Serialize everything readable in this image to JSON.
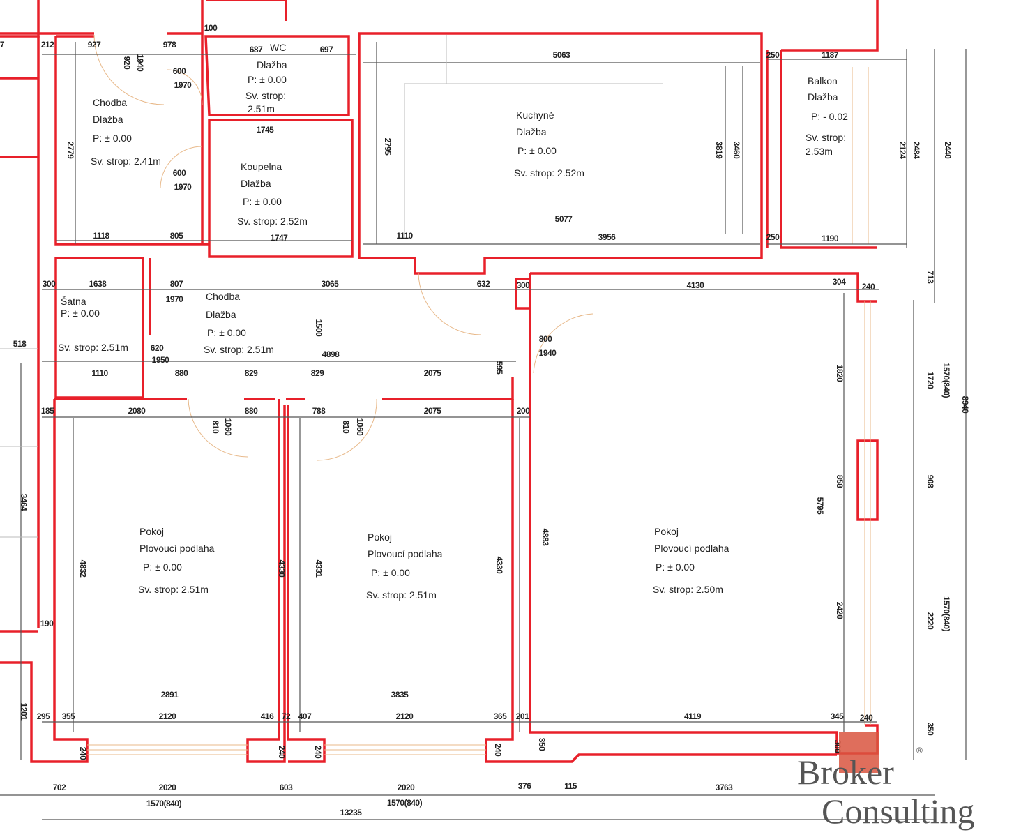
{
  "rooms": {
    "chodba_top": {
      "name": "Chodba",
      "floor": "Dlažba",
      "level": "P: ± 0.00",
      "ceiling": "Sv. strop: 2.41m"
    },
    "wc": {
      "name": "WC",
      "floor": "Dlažba",
      "level": "P: ± 0.00",
      "ceiling_label": "Sv. strop:",
      "ceiling_value": "2.51m"
    },
    "koupelna": {
      "name": "Koupelna",
      "floor": "Dlažba",
      "level": "P: ± 0.00",
      "ceiling": "Sv. strop: 2.52m"
    },
    "kuchyne": {
      "name": "Kuchyně",
      "floor": "Dlažba",
      "level": "P: ± 0.00",
      "ceiling": "Sv. strop: 2.52m"
    },
    "balkon": {
      "name": "Balkon",
      "floor": "Dlažba",
      "level": "P: - 0.02",
      "ceiling_label": "Sv. strop:",
      "ceiling_value": "2.53m"
    },
    "satna": {
      "name": "Šatna",
      "level": "P: ± 0.00",
      "ceiling": "Sv. strop: 2.51m"
    },
    "chodba_mid": {
      "name": "Chodba",
      "floor": "Dlažba",
      "level": "P: ± 0.00",
      "ceiling": "Sv. strop: 2.51m"
    },
    "pokoj1": {
      "name": "Pokoj",
      "floor": "Plovoucí podlaha",
      "level": "P: ± 0.00",
      "ceiling": "Sv. strop: 2.51m"
    },
    "pokoj2": {
      "name": "Pokoj",
      "floor": "Plovoucí podlaha",
      "level": "P: ± 0.00",
      "ceiling": "Sv. strop: 2.51m"
    },
    "pokoj3": {
      "name": "Pokoj",
      "floor": "Plovoucí podlaha",
      "level": "P: ± 0.00",
      "ceiling": "Sv. strop: 2.50m"
    }
  },
  "dims": [
    "7",
    "212",
    "927",
    "978",
    "100",
    "687",
    "697",
    "5063",
    "250",
    "1187",
    "600",
    "1970",
    "920",
    "1940",
    "1745",
    "600",
    "1970",
    "1118",
    "805",
    "1747",
    "1110",
    "5077",
    "3956",
    "250",
    "1190",
    "2779",
    "2795",
    "3819",
    "3460",
    "2124",
    "2484",
    "2440",
    "713",
    "1720",
    "1570(840)",
    "8940",
    "908",
    "2220",
    "1570(840)",
    "350",
    "1201",
    "4832",
    "4330",
    "4331",
    "4330",
    "4883",
    "5795",
    "1820",
    "858",
    "2420",
    "1500",
    "3464",
    "300",
    "1638",
    "807",
    "1970",
    "3065",
    "632",
    "300",
    "4130",
    "304",
    "240",
    "518",
    "800",
    "1940",
    "620",
    "1950",
    "4898",
    "1110",
    "880",
    "829",
    "829",
    "2075",
    "595",
    "185",
    "2080",
    "880",
    "788",
    "2075",
    "200",
    "810",
    "1060",
    "810",
    "1060",
    "190",
    "2891",
    "3835",
    "295",
    "355",
    "2120",
    "416",
    "72",
    "407",
    "2120",
    "365",
    "201",
    "4119",
    "345",
    "240",
    "240",
    "240",
    "240",
    "240",
    "350",
    "300",
    "702",
    "2020",
    "603",
    "2020",
    "376",
    "115",
    "3763",
    "1570(840)",
    "1570(840)",
    "13235"
  ],
  "logo": {
    "line1": "Broker",
    "line2": "Consulting",
    "registered": "®"
  },
  "colors": {
    "wall": "#e8202a",
    "logo_accent": "#d9553f",
    "logo_text": "#555555"
  }
}
